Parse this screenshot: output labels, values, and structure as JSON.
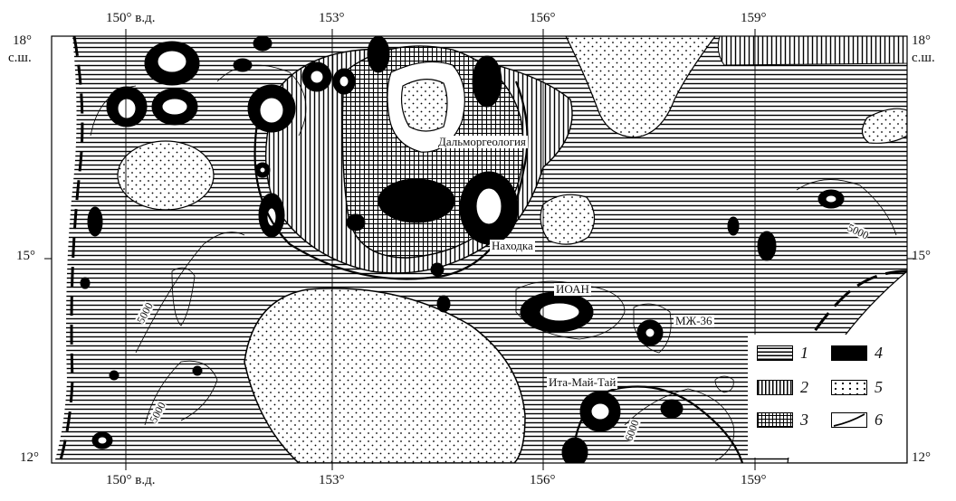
{
  "map": {
    "top_lon_labels": [
      "150° в.д.",
      "153°",
      "156°",
      "159°"
    ],
    "bottom_lon_labels": [
      "150° в.д.",
      "153°",
      "156°",
      "159°"
    ],
    "left_lat_labels": [
      "18°",
      "с.ш.",
      "15°",
      "12°"
    ],
    "right_lat_labels": [
      "18°",
      "с.ш.",
      "15°",
      "12°"
    ],
    "sites": {
      "dalmorgeologia": "Дальморгеология",
      "nakhodka": "Находка",
      "ioan": "ИОАН",
      "mzh36": "МЖ-36",
      "ita_mai_tai": "Ита-Май-Тай"
    },
    "isobaths": [
      "5000",
      "5000",
      "5000",
      "6000"
    ]
  },
  "legend": {
    "items": [
      {
        "num": "1",
        "pattern": "horizontal-hatch"
      },
      {
        "num": "2",
        "pattern": "vertical-hatch"
      },
      {
        "num": "3",
        "pattern": "grid-hatch"
      },
      {
        "num": "4",
        "pattern": "solid-black"
      },
      {
        "num": "5",
        "pattern": "dotted"
      },
      {
        "num": "6",
        "pattern": "boundary-line"
      }
    ]
  }
}
